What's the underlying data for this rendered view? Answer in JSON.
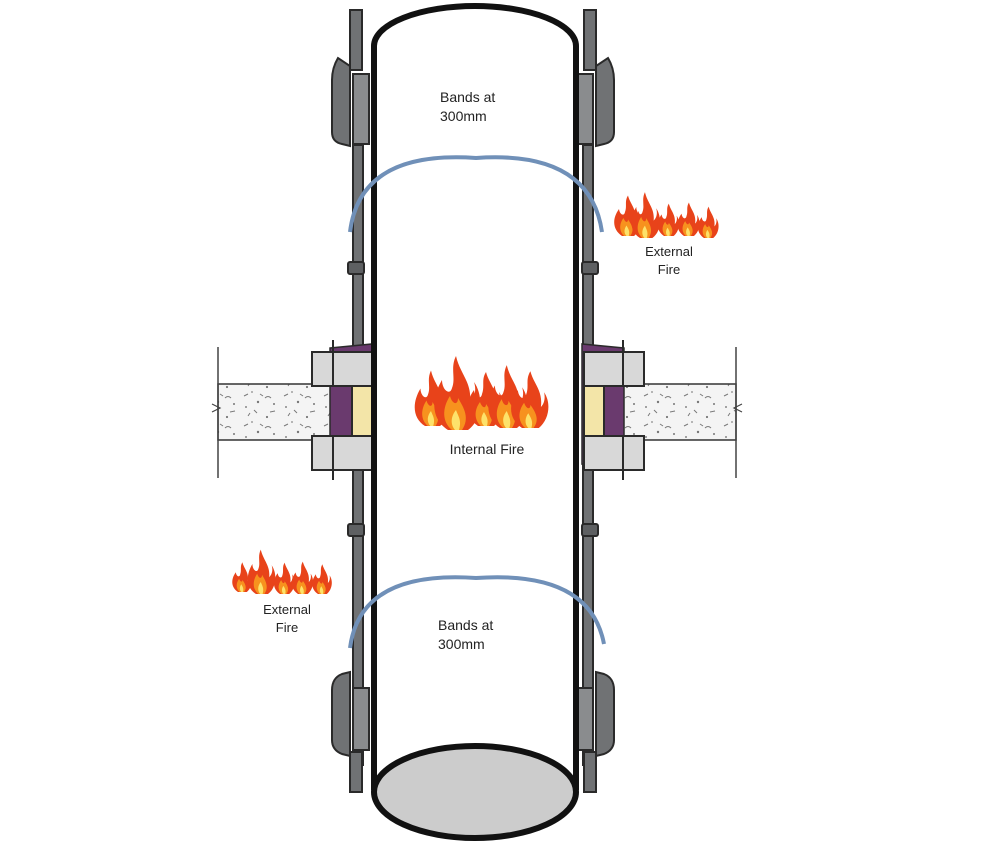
{
  "labels": {
    "bands_top": [
      "Bands at",
      "300mm"
    ],
    "bands_bottom": [
      "Bands at",
      "300mm"
    ],
    "internal_fire": "Internal Fire",
    "external_fire_right": [
      "External",
      "Fire"
    ],
    "external_fire_left": [
      "External",
      "Fire"
    ]
  },
  "colors": {
    "pipe_outline": "#111111",
    "pipe_fill": "#ffffff",
    "pipe_end_fill": "#cccccc",
    "band": "#7090b8",
    "sleeve": "#707274",
    "sleeve_dark": "#2a2a2a",
    "collar_block": "#d8d8d8",
    "intumescent": "#f3e5a8",
    "seal": "#6a3a6e",
    "slab": "#f4f4f4",
    "flame_outer": "#e8431a",
    "flame_mid": "#f7921e",
    "flame_inner": "#fde26a"
  }
}
